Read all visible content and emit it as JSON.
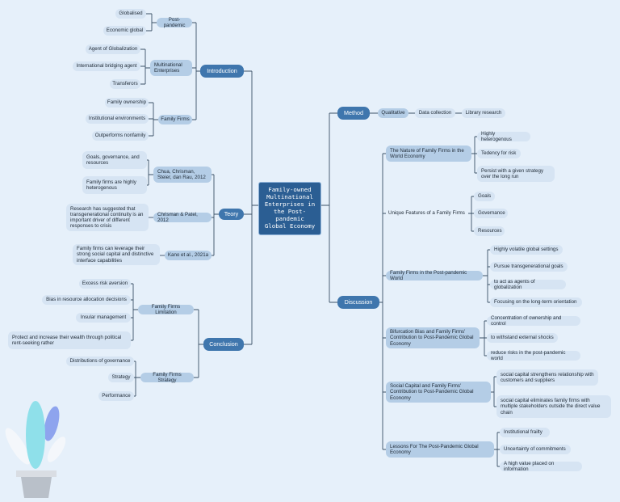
{
  "center": {
    "title": "Family-owned\nMultinational\nEnterprises in\nthe Post-\npandemic\nGlobal Economy"
  },
  "introduction": {
    "label": "Introduction",
    "post_pandemic": {
      "label": "Post-pandemic",
      "items": [
        "Globalised",
        "Economic global"
      ]
    },
    "multinational": {
      "label": "Multinational Enterprises",
      "items": [
        "Agent of Globalization",
        "International bridging agent",
        "Transferors"
      ]
    },
    "family_firms": {
      "label": "Family Firms",
      "items": [
        "Family ownership",
        "Institutional environments",
        "Outperforms nonfamily"
      ]
    }
  },
  "teory": {
    "label": "Teory",
    "chua": {
      "label": "Chua, Chrisman, Steier, dan Rau, 2012",
      "items": [
        "Goals, governance, and resources",
        "Family firms are highly heterogenous"
      ]
    },
    "chrisman": {
      "label": "Chrisman & Patel, 2012",
      "item": "Research has suggested that transgenerational continuity is an important driver of different responses to crisis"
    },
    "kano": {
      "label": "Kano et al., 2021a",
      "item": "Family firms can leverage their strong social capital and distinctive interface capabilities"
    }
  },
  "conclusion": {
    "label": "Conclusion",
    "limitation": {
      "label": "Family Firms Limitation",
      "items": [
        "Excess risk aversion",
        "Bias in resource allocation decisions",
        "Insular management",
        "Protect and increase their wealth through political rent-seeking rather"
      ]
    },
    "strategy": {
      "label": "Family Firms Strategy",
      "items": [
        "Distributions of governance",
        "Strategy",
        "Performance"
      ]
    }
  },
  "method": {
    "label": "Method",
    "qualitative": "Qualitative",
    "data_collection": "Data collection",
    "library": "Library research"
  },
  "discussion": {
    "label": "Discussion",
    "topics": [
      {
        "label": "The Nature of Family Firms in the World Economy",
        "items": [
          "Highly heterogenous",
          "Tedency for risk",
          "Persist with a given strategy over the long run"
        ]
      },
      {
        "label": "Unique Features of a Family Firms",
        "items": [
          "Goals",
          "Governance",
          "Resources"
        ]
      },
      {
        "label": "Family Firms in the Post-pandemic World",
        "items": [
          "Highly volatile global settings",
          "Pursue transgenerational goals",
          "to act as agents of globalization",
          "Focusing on the long-term orientation"
        ]
      },
      {
        "label": "Bifurcation Bias and Family Firms' Contribution to Post-Pandemic Global Economy",
        "items": [
          "Concentration of ownership and control",
          "to withstand external shocks",
          "reduce risks in the post-pandemic world"
        ]
      },
      {
        "label": "Social Capital and Family Firms' Contribution to Post-Pandemic Global Economy",
        "items": [
          "social capital strengthens relationship with customers and suppliers",
          "social capital eliminates  family firms with multiple stakeholders outside the direct  value chain"
        ]
      },
      {
        "label": "Lessons For The Post-Pandemic Global Economy",
        "items": [
          "Institutional frailty",
          "Uncertainty of commitments",
          "A high value placed on information"
        ]
      }
    ]
  },
  "colors": {
    "background": "#e6f0fa",
    "center": "#2b5e93",
    "primary": "#3f76ad",
    "secondary": "#b4cde6",
    "leaf": "#d6e4f3",
    "line": "#3b5166"
  },
  "decoration": "plant-pot-illustration"
}
